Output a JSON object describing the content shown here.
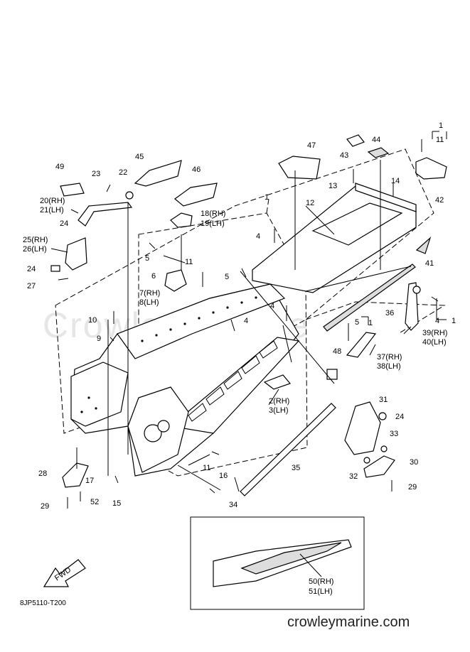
{
  "diagram": {
    "code": "8JP5110-T200",
    "watermark": "Crowley Marine",
    "site": "crowleymarine.com",
    "fwd_label": "FWD",
    "labels": [
      {
        "id": "l1a",
        "text": "1"
      },
      {
        "id": "l11a",
        "text": "11"
      },
      {
        "id": "l44",
        "text": "44"
      },
      {
        "id": "l43",
        "text": "43"
      },
      {
        "id": "l47",
        "text": "47"
      },
      {
        "id": "l45",
        "text": "45"
      },
      {
        "id": "l46",
        "text": "46"
      },
      {
        "id": "l49",
        "text": "49"
      },
      {
        "id": "l23",
        "text": "23"
      },
      {
        "id": "l22",
        "text": "22"
      },
      {
        "id": "l20",
        "text": "20(RH)"
      },
      {
        "id": "l21",
        "text": "21(LH)"
      },
      {
        "id": "l24a",
        "text": "24"
      },
      {
        "id": "l25",
        "text": "25(RH)"
      },
      {
        "id": "l26",
        "text": "26(LH)"
      },
      {
        "id": "l24b",
        "text": "24"
      },
      {
        "id": "l27",
        "text": "27"
      },
      {
        "id": "l18",
        "text": "18(RH)"
      },
      {
        "id": "l19",
        "text": "19(LH)"
      },
      {
        "id": "l1b",
        "text": "1"
      },
      {
        "id": "l13",
        "text": "13"
      },
      {
        "id": "l14",
        "text": "14"
      },
      {
        "id": "l42",
        "text": "42"
      },
      {
        "id": "l12",
        "text": "12"
      },
      {
        "id": "l4a",
        "text": "4"
      },
      {
        "id": "l41",
        "text": "41"
      },
      {
        "id": "l5a",
        "text": "5"
      },
      {
        "id": "l6",
        "text": "6"
      },
      {
        "id": "l11b",
        "text": "11"
      },
      {
        "id": "l5b",
        "text": "5"
      },
      {
        "id": "l7",
        "text": "7(RH)"
      },
      {
        "id": "l8",
        "text": "8(LH)"
      },
      {
        "id": "l4b",
        "text": "4"
      },
      {
        "id": "l36",
        "text": "36"
      },
      {
        "id": "l4c",
        "text": "4"
      },
      {
        "id": "l1c",
        "text": "1"
      },
      {
        "id": "l10",
        "text": "10"
      },
      {
        "id": "l4d",
        "text": "4"
      },
      {
        "id": "l9",
        "text": "9"
      },
      {
        "id": "l5c",
        "text": "5"
      },
      {
        "id": "l1d",
        "text": "1"
      },
      {
        "id": "l39",
        "text": "39(RH)"
      },
      {
        "id": "l40",
        "text": "40(LH)"
      },
      {
        "id": "l48",
        "text": "48"
      },
      {
        "id": "l37",
        "text": "37(RH)"
      },
      {
        "id": "l38",
        "text": "38(LH)"
      },
      {
        "id": "l2",
        "text": "2(RH)"
      },
      {
        "id": "l3",
        "text": "3(LH)"
      },
      {
        "id": "l31",
        "text": "31"
      },
      {
        "id": "l24c",
        "text": "24"
      },
      {
        "id": "l33",
        "text": "33"
      },
      {
        "id": "l30",
        "text": "30"
      },
      {
        "id": "l32",
        "text": "32"
      },
      {
        "id": "l29a",
        "text": "29"
      },
      {
        "id": "l35",
        "text": "35"
      },
      {
        "id": "l11c",
        "text": "11"
      },
      {
        "id": "l16",
        "text": "16"
      },
      {
        "id": "l34",
        "text": "34"
      },
      {
        "id": "l28",
        "text": "28"
      },
      {
        "id": "l17",
        "text": "17"
      },
      {
        "id": "l29b",
        "text": "29"
      },
      {
        "id": "l52",
        "text": "52"
      },
      {
        "id": "l15",
        "text": "15"
      },
      {
        "id": "l50",
        "text": "50(RH)"
      },
      {
        "id": "l51",
        "text": "51(LH)"
      }
    ]
  }
}
